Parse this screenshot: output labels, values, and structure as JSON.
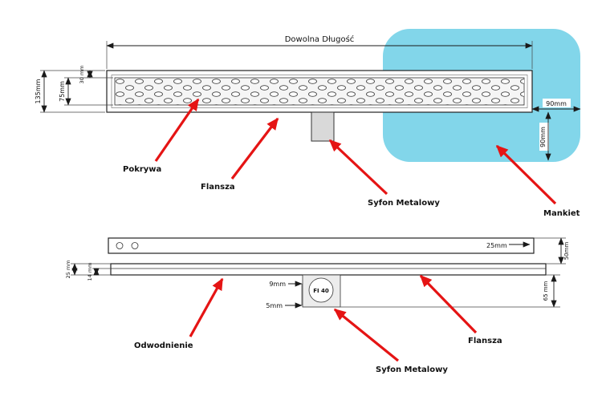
{
  "colors": {
    "line": "#1a1a1a",
    "red": "#e51414",
    "blue": "#82d6ea",
    "gray": "#d9d9d9"
  },
  "top_view": {
    "dims": {
      "length": "Dowolna Długość",
      "height_total": "135mm",
      "cover_width": "75mm",
      "flange_side": "30 mm",
      "mankiet_right": "90mm",
      "mankiet_bottom": "90mm"
    },
    "labels": {
      "pokrywa": "Pokrywa",
      "flansza": "Flansza",
      "syfon": "Syfon Metalowy",
      "mankiet": "Mankiet"
    }
  },
  "side_view": {
    "dims": {
      "left_total": "25 mm",
      "left_inner": "14 mm",
      "offset_top": "9mm",
      "offset_bottom": "5mm",
      "flange_height": "25mm",
      "right_upper": "50mm",
      "right_lower": "65 mm",
      "siphon_diameter": "FI 40"
    },
    "labels": {
      "odwodnienie": "Odwodnienie",
      "syfon": "Syfon Metalowy",
      "flansza": "Flansza"
    }
  }
}
